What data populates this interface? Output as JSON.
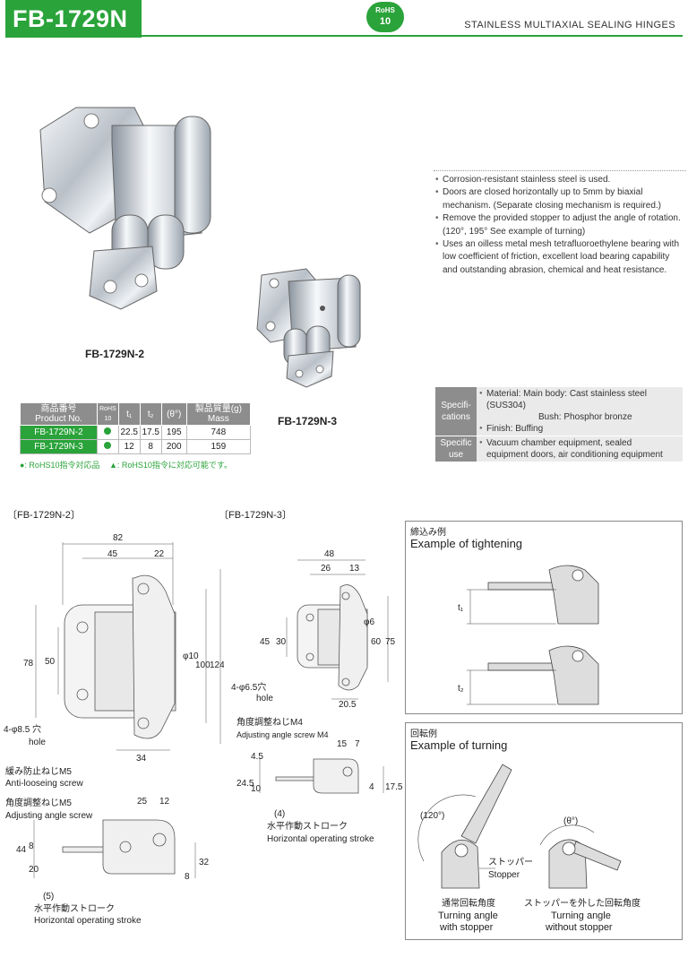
{
  "header": {
    "model": "FB-1729N",
    "rohs_top": "RoHS",
    "rohs_bottom": "10",
    "series": "STAINLESS MULTIAXIAL SEALING HINGES"
  },
  "photos": {
    "caption_large": "FB-1729N-2",
    "caption_small": "FB-1729N-3"
  },
  "features": [
    "Corrosion-resistant stainless steel is used.",
    "Doors are closed horizontally up to 5mm by biaxial mechanism. (Separate closing mechanism is required.)",
    "Remove the provided stopper to adjust the angle of rotation. (120°, 195° See example of turning)",
    "Uses an oilless metal mesh tetrafluoroethylene bearing with low coefficient of friction, excellent load bearing capability and outstanding abrasion, chemical and heat resistance."
  ],
  "specs": {
    "spec_label_1": "Specifi-",
    "spec_label_2": "cations",
    "material": "Material: Main body: Cast stainless steel (SUS304)",
    "bush": "Bush: Phosphor bronze",
    "finish": "Finish: Buffing",
    "use_label_1": "Specific",
    "use_label_2": "use",
    "use_1": "Vacuum chamber equipment, sealed",
    "use_2": "equipment doors, air conditioning equipment"
  },
  "product_table": {
    "headers": {
      "pn_jp": "商品番号",
      "pn_en": "Product No.",
      "rohs_1": "RoHS",
      "rohs_2": "10",
      "t1": "t₁",
      "t2": "t₂",
      "theta": "(θ°)",
      "mass_jp": "製品質量(g)",
      "mass_en": "Mass"
    },
    "rows": [
      {
        "pn": "FB-1729N-2",
        "t1": "22.5",
        "t2": "17.5",
        "theta": "195",
        "mass": "748"
      },
      {
        "pn": "FB-1729N-3",
        "t1": "12",
        "t2": "8",
        "theta": "200",
        "mass": "159"
      }
    ],
    "legend_a": "●: RoHS10指令対応品",
    "legend_b": "▲: RoHS10指令に対応可能です。"
  },
  "drawing_n2": {
    "title": "〔FB-1729N-2〕",
    "dim_82": "82",
    "dim_45": "45",
    "dim_22": "22",
    "dim_78": "78",
    "dim_50": "50",
    "dim_100": "100",
    "dim_124": "124",
    "dim_phi10": "φ10",
    "dim_34": "34",
    "hole_jp": "4-φ8.5 穴",
    "hole_en": "hole",
    "screw_jp": "緩み防止ねじM5",
    "screw_en": "Anti-looseing screw",
    "adj_jp": "角度調整ねじM5",
    "adj_en": "Adjusting angle screw",
    "dim_25": "25",
    "dim_12": "12",
    "dim_44": "44",
    "dim_8a": "8",
    "dim_20": "20",
    "dim_32": "32",
    "dim_8b": "8",
    "stroke_num": "(5)",
    "stroke_jp": "水平作動ストローク",
    "stroke_en": "Horizontal operating stroke"
  },
  "drawing_n3": {
    "title": "〔FB-1729N-3〕",
    "dim_48": "48",
    "dim_26": "26",
    "dim_13": "13",
    "dim_45": "45",
    "dim_30": "30",
    "dim_phi6": "φ6",
    "dim_60": "60",
    "dim_75": "75",
    "dim_20_5": "20.5",
    "hole_jp": "4-φ6.5穴",
    "hole_en": "hole",
    "adj_jp": "角度調整ねじM4",
    "adj_en": "Adjusting angle screw M4",
    "dim_15": "15",
    "dim_7": "7",
    "dim_4_5": "4.5",
    "dim_24_5": "24.5",
    "dim_10": "10",
    "dim_4": "4",
    "dim_17_5": "17.5",
    "stroke_num": "(4)",
    "stroke_jp": "水平作動ストローク",
    "stroke_en": "Horizontal operating stroke"
  },
  "tightening": {
    "title_jp": "締込み例",
    "title_en": "Example of tightening",
    "t1": "t₁",
    "t2": "t₂"
  },
  "turning": {
    "title_jp": "回転例",
    "title_en": "Example of turning",
    "angle_a": "(120°)",
    "angle_b": "(θ°)",
    "stopper_jp": "ストッパー",
    "stopper_en": "Stopper",
    "left_jp": "通常回転角度",
    "left_en1": "Turning angle",
    "left_en2": "with stopper",
    "right_jp": "ストッパーを外した回転角度",
    "right_en1": "Turning angle",
    "right_en2": "without stopper"
  }
}
